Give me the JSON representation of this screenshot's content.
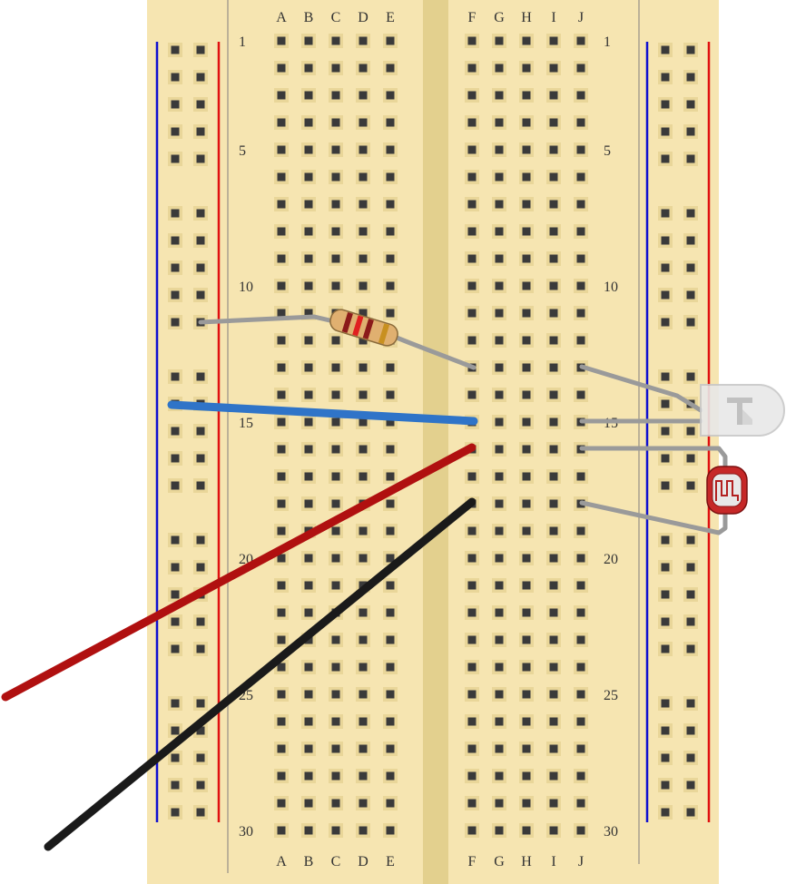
{
  "breadboard": {
    "column_labels_left": [
      "A",
      "B",
      "C",
      "D",
      "E"
    ],
    "column_labels_right": [
      "F",
      "G",
      "H",
      "I",
      "J"
    ],
    "row_numbers": [
      "1",
      "5",
      "10",
      "15",
      "20",
      "25",
      "30"
    ],
    "colors": {
      "board": "#F6E5B1",
      "trench": "#E3D08E",
      "rail_divider": "#A8A090",
      "hole": "#3A3A3A",
      "hole_pad": "#E9D699",
      "rail_negative": "#1010D0",
      "rail_positive": "#E01010"
    }
  },
  "components": {
    "resistor": {
      "band_colors": [
        "#8B1A1A",
        "#E02020",
        "#8B1A1A",
        "#C89020"
      ],
      "body_color": "#E0B070"
    },
    "led": {
      "color": "#E8E8E8"
    },
    "photoresistor": {
      "color": "#C62828"
    }
  },
  "wires": [
    {
      "name": "blue-wire",
      "color": "#2F74C8"
    },
    {
      "name": "red-wire",
      "color": "#B01010"
    },
    {
      "name": "black-wire",
      "color": "#1A1A1A"
    }
  ],
  "leads": {
    "color": "#9A9A9A"
  }
}
